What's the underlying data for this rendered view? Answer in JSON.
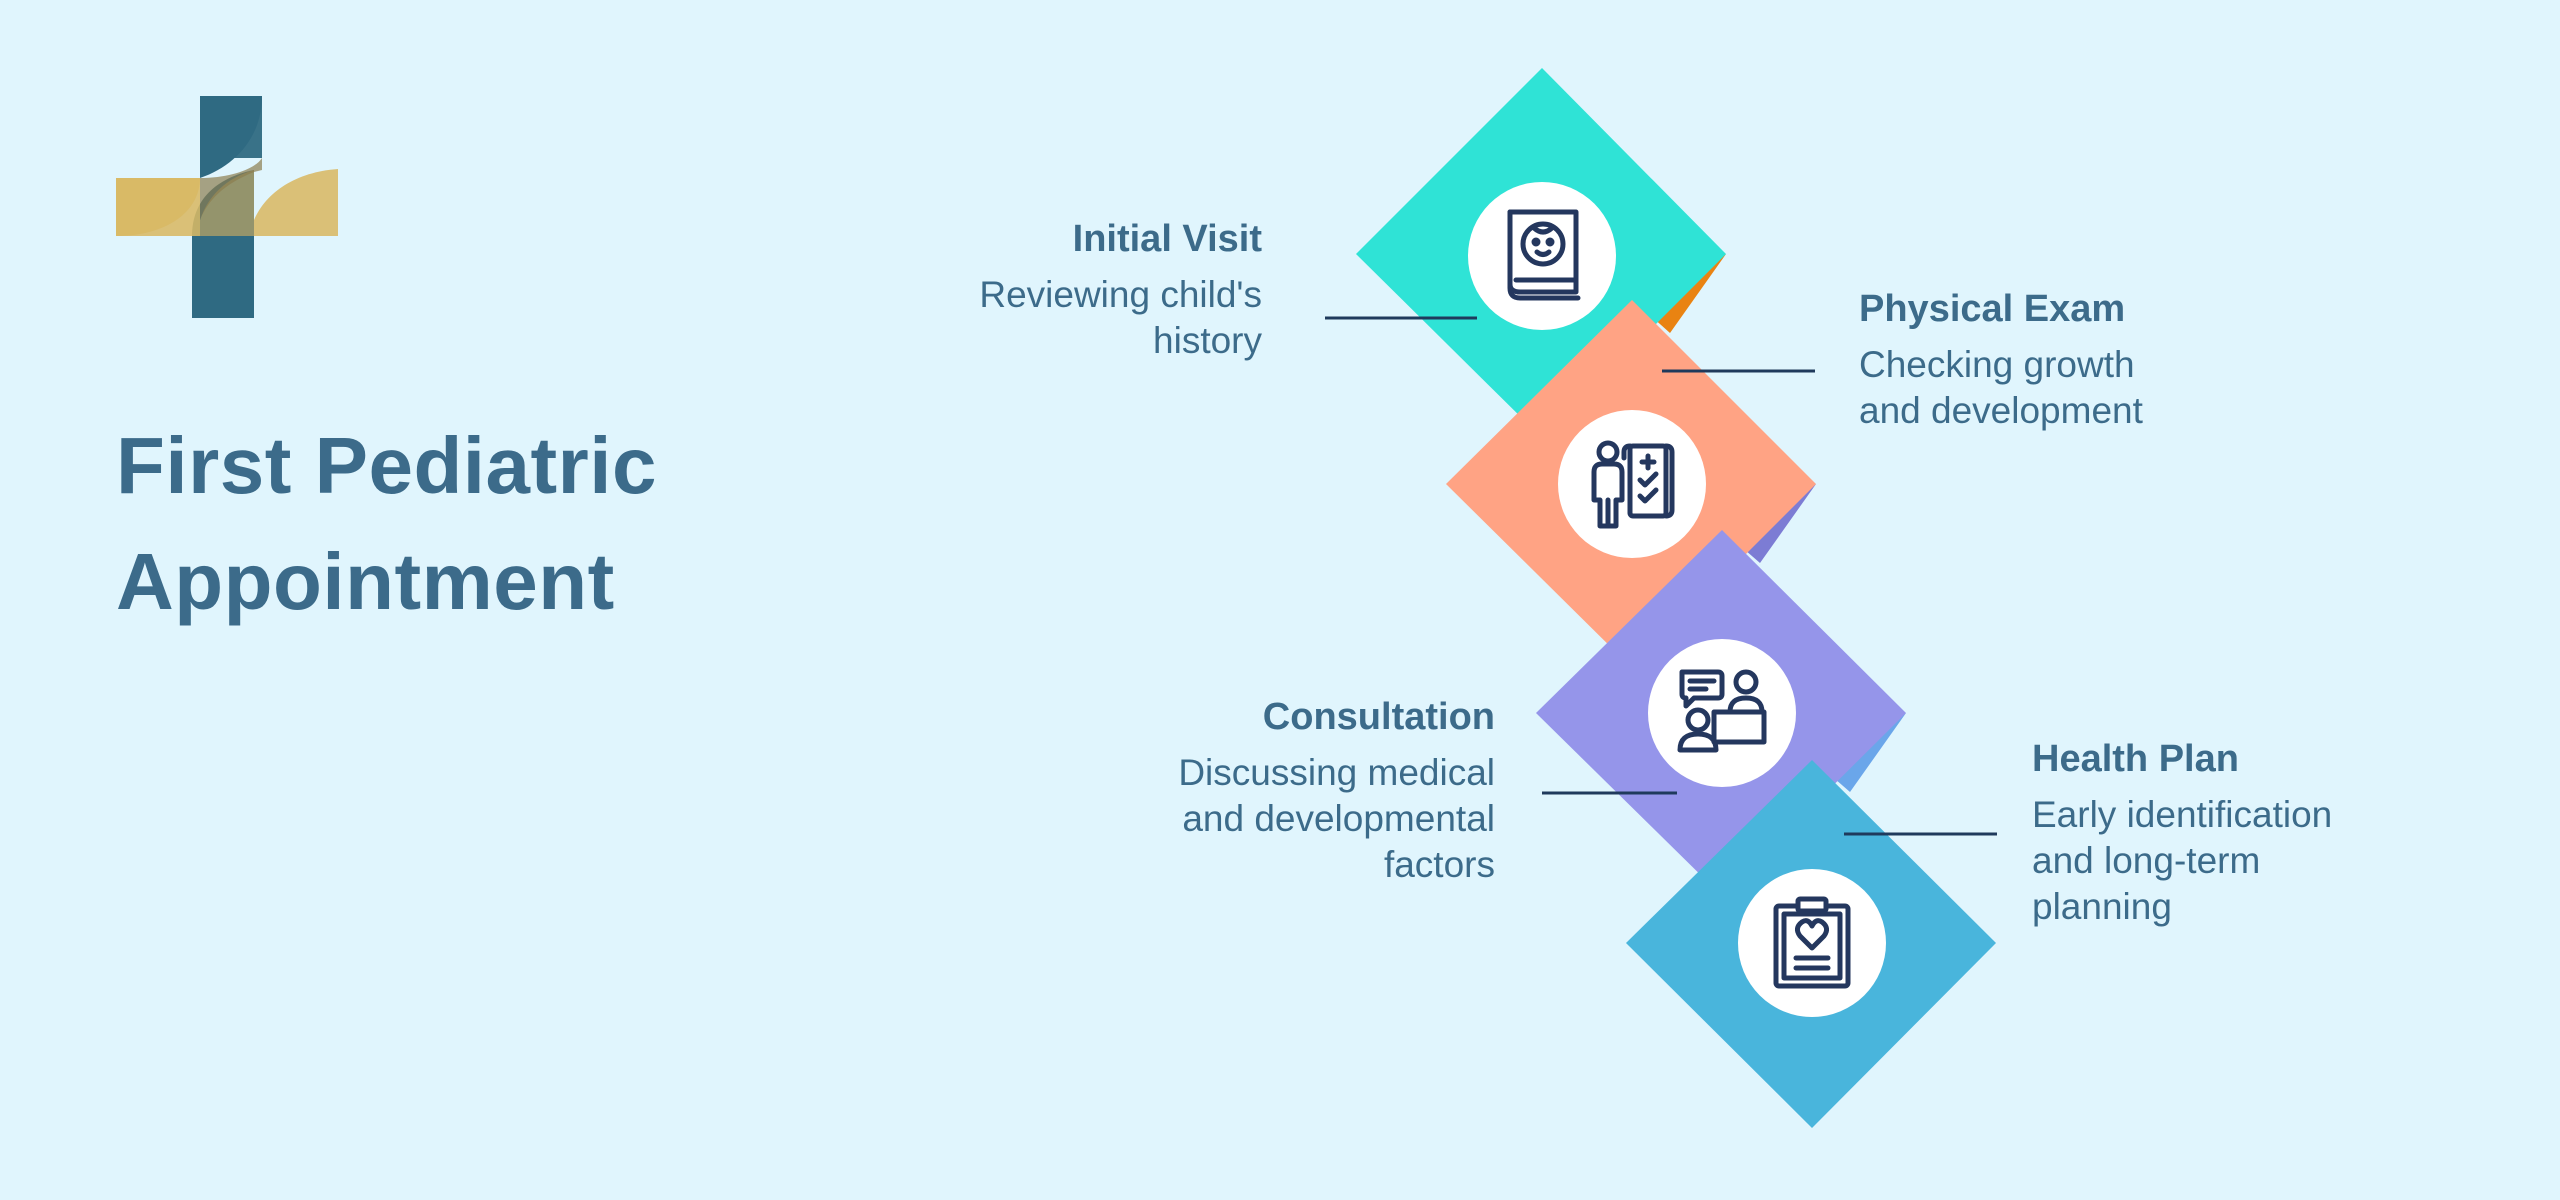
{
  "title_lines": [
    "First Pediatric",
    "Appointment"
  ],
  "steps": [
    {
      "title": "Initial Visit",
      "desc_lines": [
        "Reviewing child's",
        "history"
      ],
      "color": "#2fe3d6",
      "icon": "baby-book-icon"
    },
    {
      "title": "Physical Exam",
      "desc_lines": [
        "Checking growth",
        "and development"
      ],
      "color": "#ffa384",
      "icon": "patient-chart-icon"
    },
    {
      "title": "Consultation",
      "desc_lines": [
        "Discussing medical",
        "and developmental",
        "factors"
      ],
      "color": "#9595ea",
      "icon": "consultation-icon"
    },
    {
      "title": "Health Plan",
      "desc_lines": [
        "Early identification",
        "and long-term",
        "planning"
      ],
      "color": "#49b5dc",
      "icon": "clipboard-heart-icon"
    }
  ],
  "fold_colors": [
    "#e98312",
    "#7c7cd4",
    "#6aa6ea"
  ],
  "line_color": "#1f3a5c",
  "icon_color": "#24375e",
  "logo_colors": {
    "teal": "#2f6a82",
    "gold": "#d8b864"
  }
}
